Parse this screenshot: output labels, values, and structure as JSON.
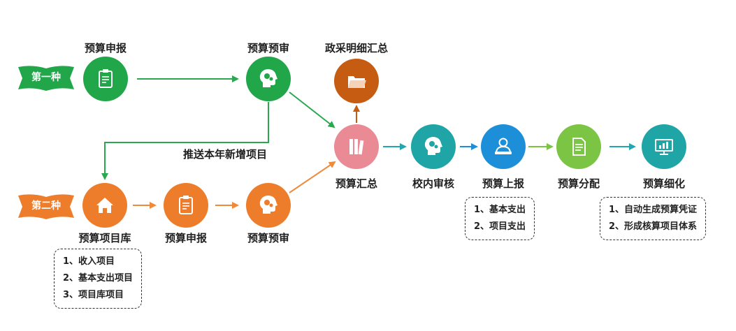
{
  "colors": {
    "green": "#22a64a",
    "orange": "#ee7d2b",
    "brown": "#c65c12",
    "pink": "#e98a94",
    "teal": "#1fa5a5",
    "blue": "#1c8fd8",
    "lime": "#7cc443",
    "green_arrow": "#2aa84f",
    "orange_arrow": "#ef8a3a",
    "teal_arrow": "#23a6b0"
  },
  "lanes": {
    "first": "第一种",
    "second": "第二种"
  },
  "nodes": {
    "declare1": {
      "label": "预算申报",
      "icon": "clipboard-icon"
    },
    "review1": {
      "label": "预算预审",
      "icon": "head-gear-icon"
    },
    "purchase": {
      "label": "政采明细汇总",
      "icon": "folder-icon"
    },
    "summary": {
      "label": "预算汇总",
      "icon": "binders-icon"
    },
    "school_review": {
      "label": "校内审核",
      "icon": "head-gear-icon"
    },
    "report": {
      "label": "预算上报",
      "icon": "person-laptop-icon"
    },
    "allocate": {
      "label": "预算分配",
      "icon": "document-icon"
    },
    "refine": {
      "label": "预算细化",
      "icon": "monitor-chart-icon"
    },
    "project_lib": {
      "label": "预算项目库",
      "icon": "home-icon"
    },
    "declare2": {
      "label": "预算申报",
      "icon": "clipboard-icon"
    },
    "review2": {
      "label": "预算预审",
      "icon": "head-gear-icon"
    }
  },
  "push_label": "推送本年新增项目",
  "notes": {
    "project_lib": [
      "1、收入项目",
      "2、基本支出项目",
      "3、项目库项目"
    ],
    "report": [
      "1、基本支出",
      "2、项目支出"
    ],
    "refine": [
      "1、自动生成预算凭证",
      "2、形成核算项目体系"
    ]
  }
}
